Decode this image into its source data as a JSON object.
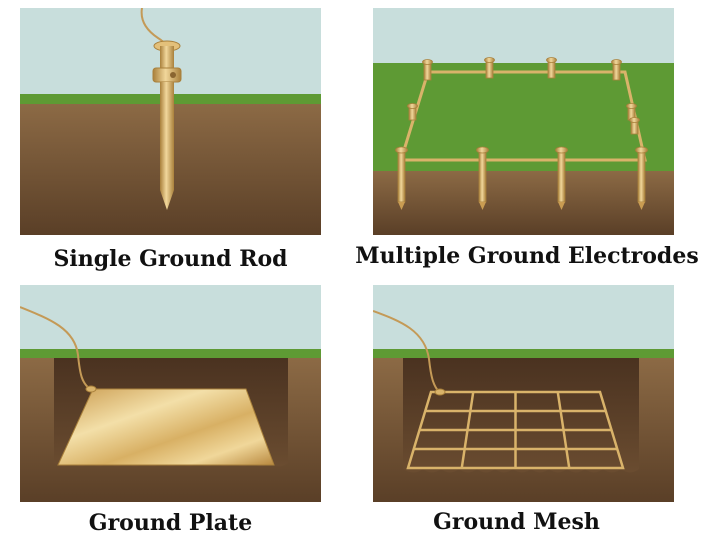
{
  "colors": {
    "sky": "#c8dedc",
    "grass": "#5e9a34",
    "soil_top": "#8c6a45",
    "soil_bottom": "#5a3f27",
    "copper": "#d9b36a",
    "copper_dark": "#a9803b",
    "wire": "#c49a57"
  },
  "panels": [
    {
      "label": "Single Ground Rod",
      "icon": "ground-rod-icon"
    },
    {
      "label": "Multiple Ground Electrodes",
      "icon": "ground-electrodes-icon"
    },
    {
      "label": "Ground Plate",
      "icon": "ground-plate-icon"
    },
    {
      "label": "Ground Mesh",
      "icon": "ground-mesh-icon"
    }
  ]
}
